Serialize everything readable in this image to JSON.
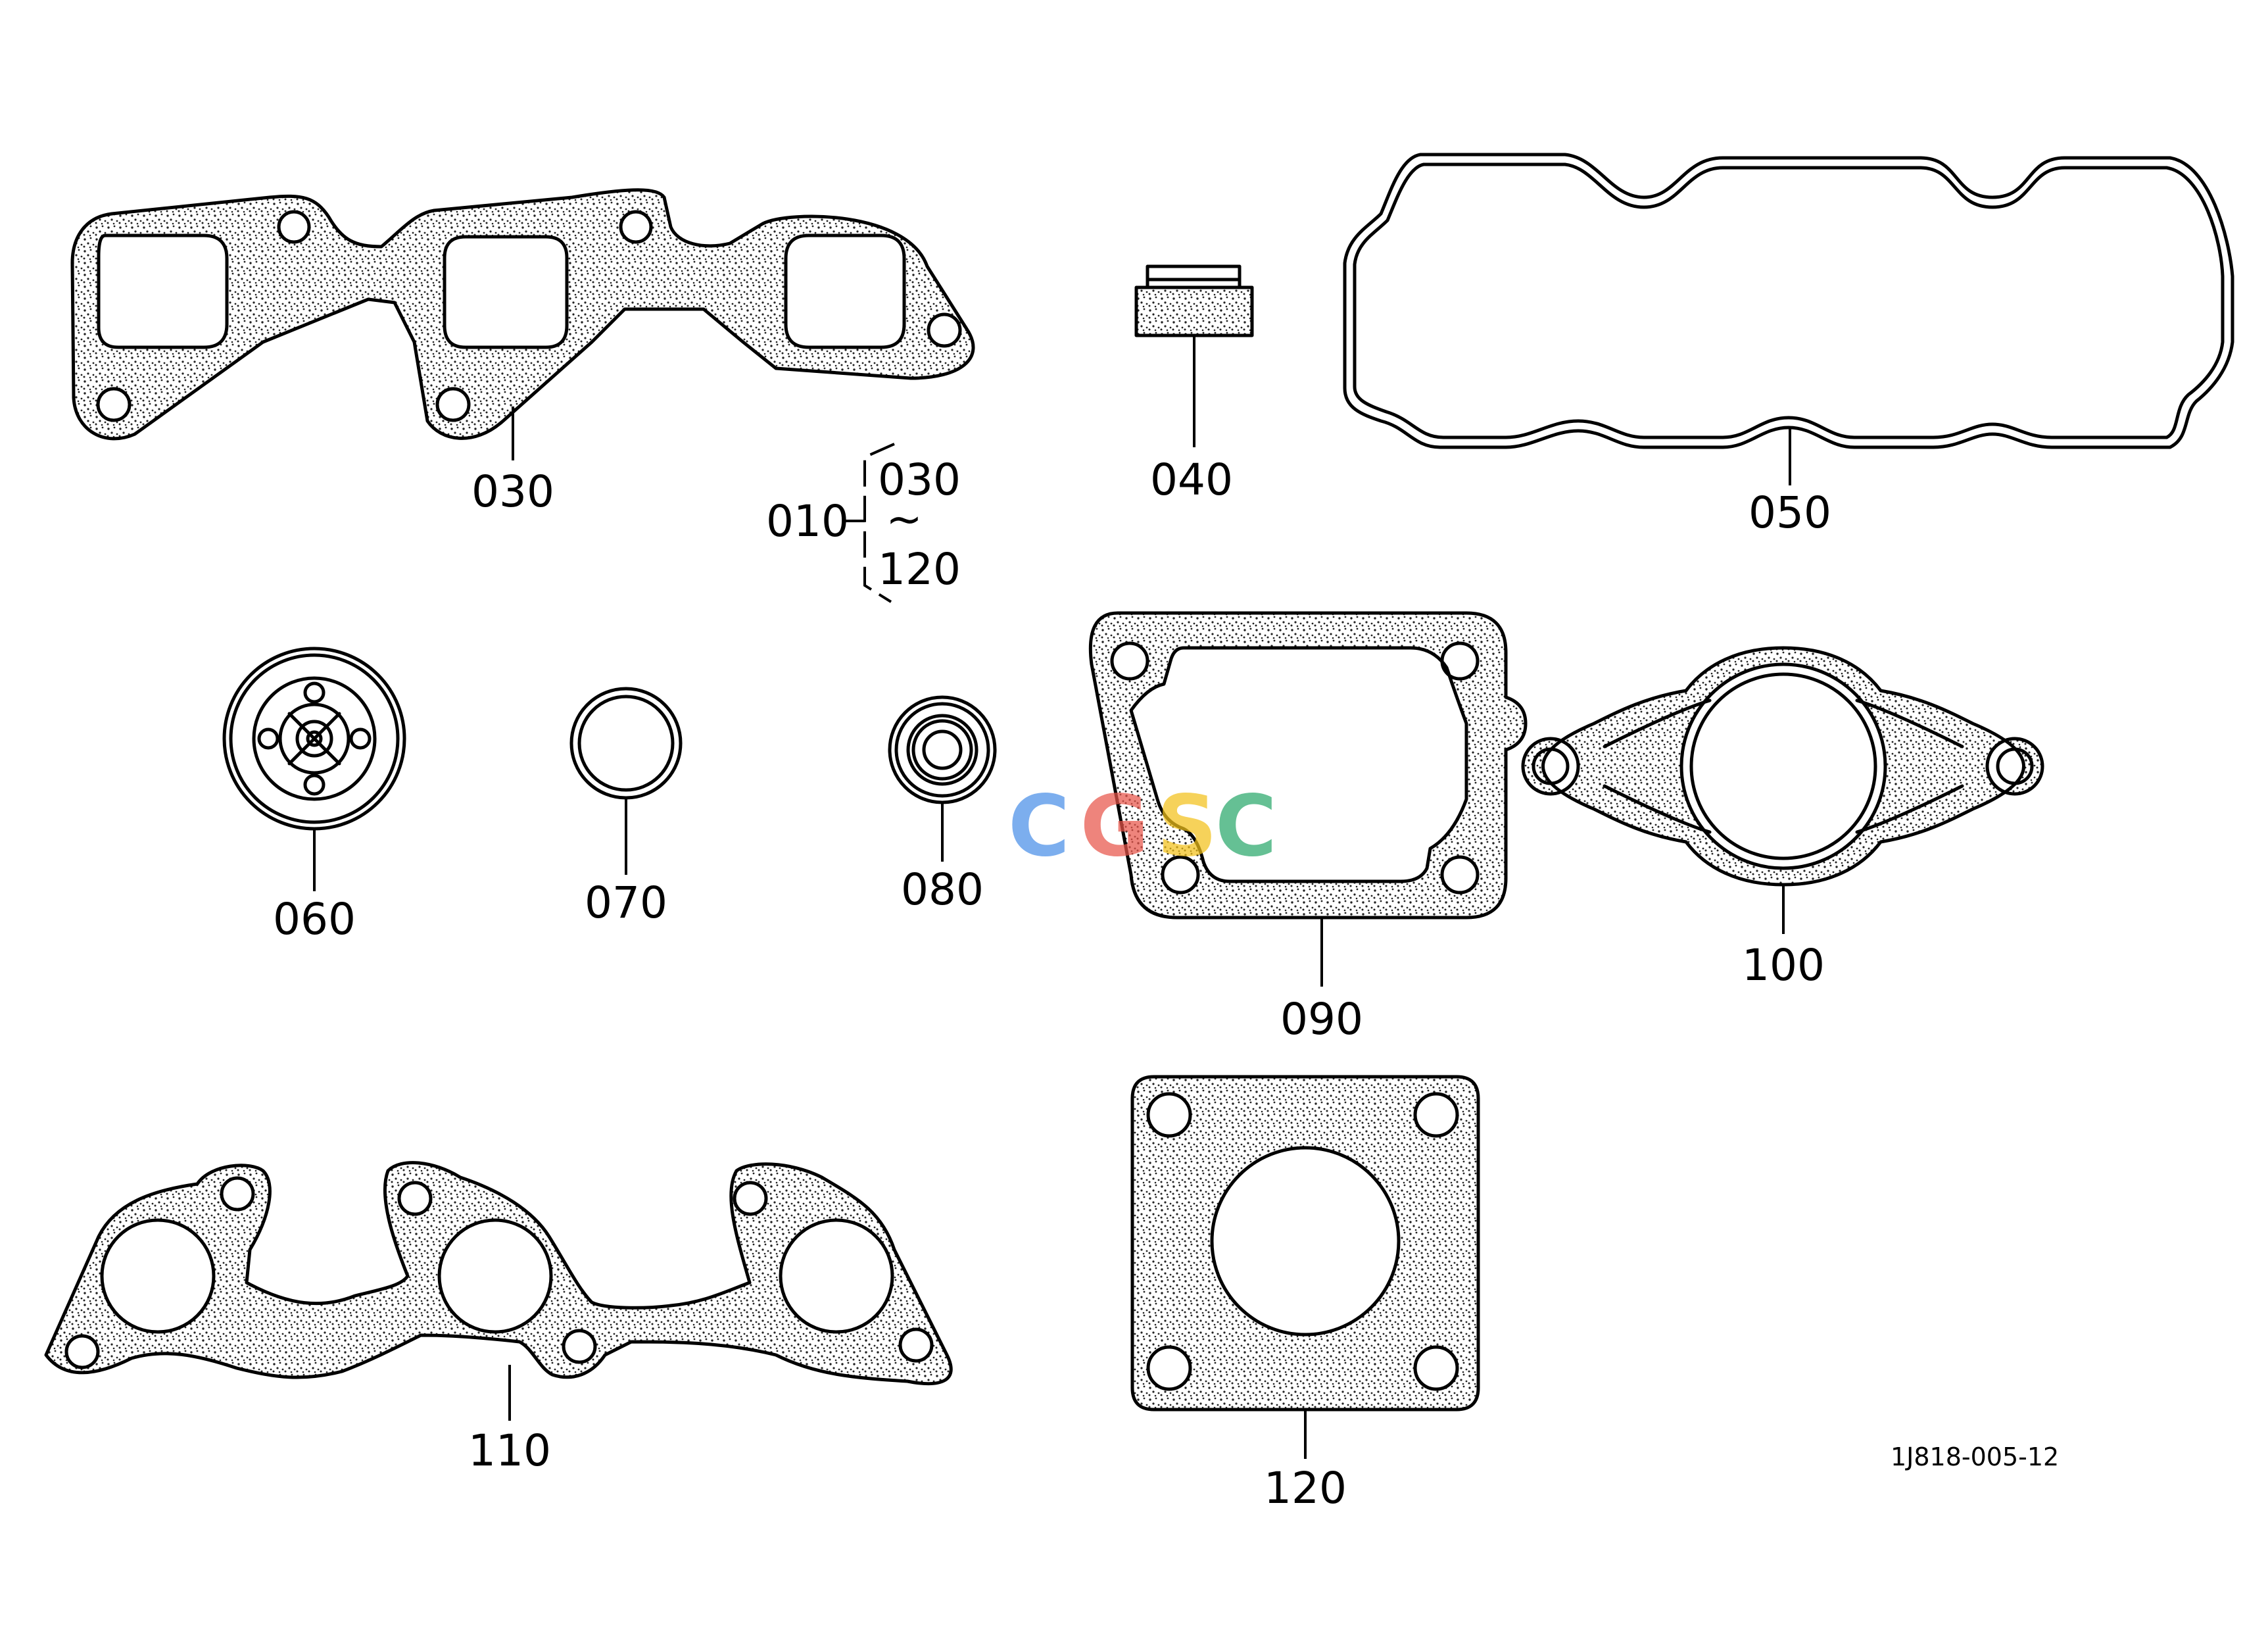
{
  "diagram": {
    "parts": [
      {
        "id": "p030",
        "label": "030"
      },
      {
        "id": "p040",
        "label": "040"
      },
      {
        "id": "p050",
        "label": "050"
      },
      {
        "id": "p060",
        "label": "060"
      },
      {
        "id": "p070",
        "label": "070"
      },
      {
        "id": "p080",
        "label": "080"
      },
      {
        "id": "p090",
        "label": "090"
      },
      {
        "id": "p100",
        "label": "100"
      },
      {
        "id": "p110",
        "label": "110"
      },
      {
        "id": "p120",
        "label": "120"
      }
    ],
    "kit": {
      "label": "010",
      "range_start": "030",
      "range_sep": "~",
      "range_end": "120"
    },
    "drawing_code": "1J818-005-12",
    "watermark": {
      "text": "CGSC",
      "letters": [
        "C",
        "G",
        "S",
        "C"
      ],
      "colors": [
        "#4a8fe8",
        "#e8554a",
        "#f3c21b",
        "#2aa86b"
      ]
    }
  }
}
